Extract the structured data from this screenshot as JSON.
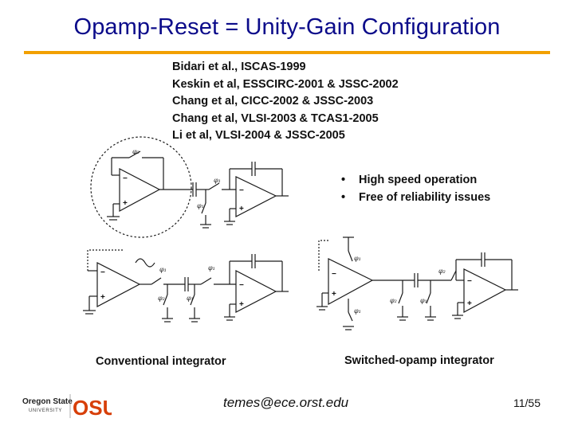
{
  "slide": {
    "title": "Opamp-Reset = Unity-Gain Configuration",
    "references": [
      "Bidari et al., ISCAS-1999",
      "Keskin et al, ESSCIRC-2001 & JSSC-2002",
      "Chang et al, CICC-2002 & JSSC-2003",
      "Chang et al, VLSI-2003 & TCAS1-2005",
      "Li et al, VLSI-2004 & JSSC-2005"
    ],
    "bullets": [
      "High speed operation",
      "Free of reliability issues"
    ],
    "captions": {
      "left": "Conventional integrator",
      "right": "Switched-opamp integrator"
    },
    "footer": {
      "email": "temes@ece.orst.edu",
      "page": "11/55",
      "logo_text": "Oregon State",
      "logo_subtext": "UNIVERSITY",
      "logo_mark": "OSU"
    },
    "colors": {
      "title": "#0b0b8a",
      "rule": "#f2a000",
      "logo_orange": "#d73f09"
    }
  }
}
